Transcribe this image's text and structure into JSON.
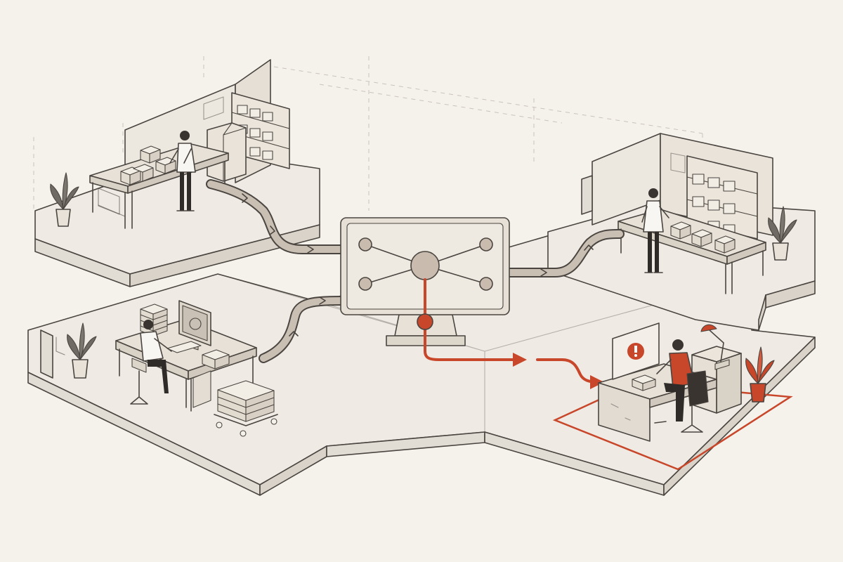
{
  "colors": {
    "background": "#f5f2ec",
    "floor_top": "#efebe4",
    "floor_side": "#e2ddd4",
    "outline": "#4a4540",
    "furniture": "#e7e1d7",
    "hub_node": "#c9bcae",
    "pipe": "#c9bfb3",
    "alert": "#c8462a"
  },
  "icons": {
    "hub": "network-hub-icon",
    "alert": "exclamation-alert-icon",
    "plant": "potted-plant-icon",
    "person": "person-icon",
    "box": "package-box-icon"
  },
  "stations": [
    {
      "id": "packing-top-left",
      "kind": "packing"
    },
    {
      "id": "packing-top-right",
      "kind": "packing"
    },
    {
      "id": "desk-bottom-left",
      "kind": "office-desk"
    },
    {
      "id": "desk-bottom-right",
      "kind": "office-desk",
      "state": "alert"
    }
  ],
  "flows": [
    {
      "from": "packing-top-left",
      "to": "hub",
      "style": "pipe"
    },
    {
      "from": "desk-bottom-left",
      "to": "hub",
      "style": "pipe"
    },
    {
      "from": "hub",
      "to": "packing-top-right",
      "style": "pipe"
    },
    {
      "from": "hub",
      "to": "desk-bottom-right",
      "style": "alert"
    }
  ]
}
